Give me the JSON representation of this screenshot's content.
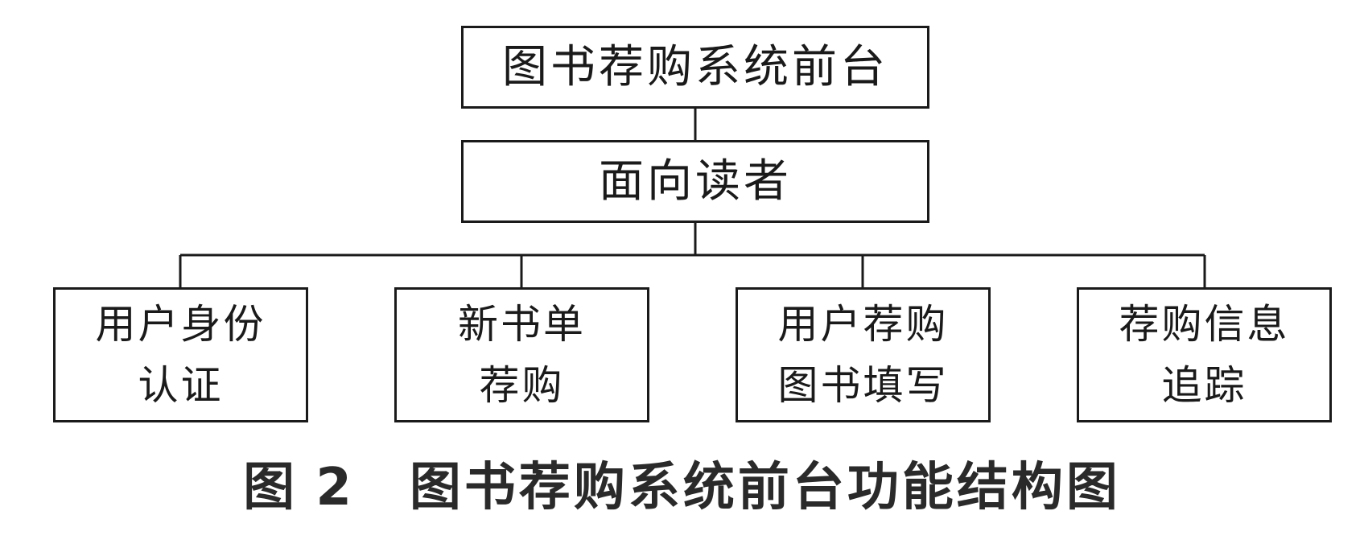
{
  "root": {
    "label": "图书荐购系统前台"
  },
  "middle": {
    "label": "面向读者"
  },
  "leaves": [
    {
      "lines": [
        "用户身份",
        "认证"
      ]
    },
    {
      "lines": [
        "新书单",
        "荐购"
      ]
    },
    {
      "lines": [
        "用户荐购",
        "图书填写"
      ]
    },
    {
      "lines": [
        "荐购信息",
        "追踪"
      ]
    }
  ],
  "caption": {
    "label": "图 2",
    "title": "图书荐购系统前台功能结构图"
  },
  "colors": {
    "line": "#1a1a1a",
    "text": "#1a1a1a",
    "background": "#ffffff"
  }
}
